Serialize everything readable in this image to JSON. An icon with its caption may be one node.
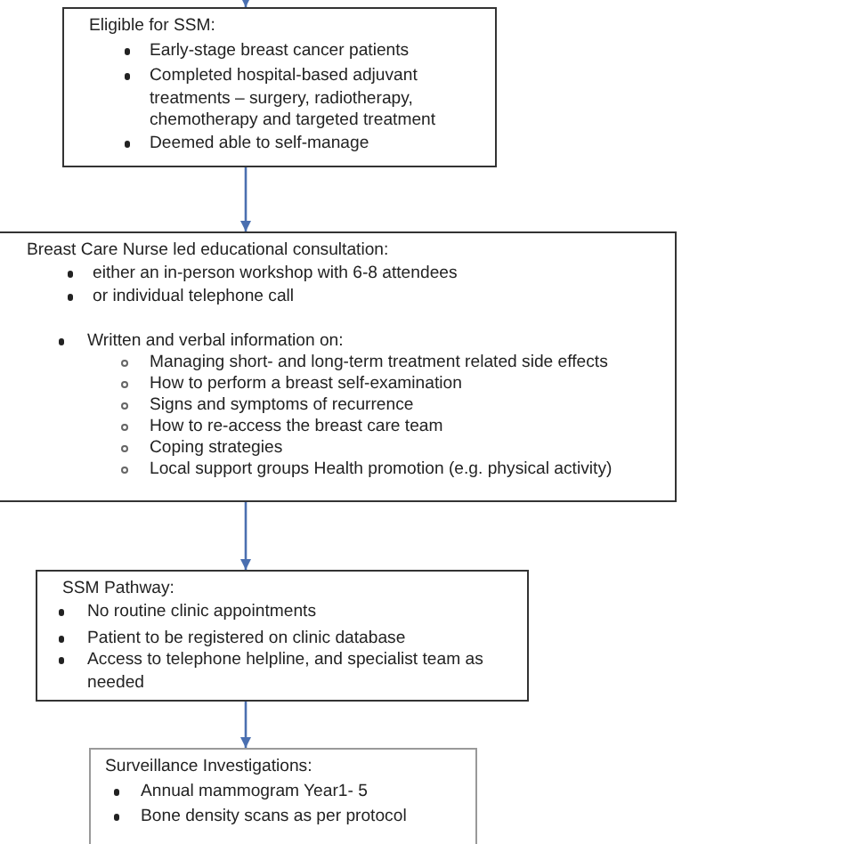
{
  "diagram": {
    "nodes": [
      {
        "text": [
          "Eligible for SSM:",
          "Early-stage breast cancer patients",
          "Completed hospital-based adjuvant treatments – surgery, radiotherapy, chemotherapy and targeted treatment",
          "Deemed able to self-manage"
        ]
      },
      {
        "text": [
          "Breast Care Nurse led educational consultation:",
          "either an in-person workshop with 6-8 attendees",
          "or individual telephone call",
          "Written and verbal information on:",
          "Managing short- and long-term treatment related side effects",
          "How to perform a breast self-examination",
          "Signs and symptoms of recurrence",
          "How to re-access the breast care team",
          "Coping strategies",
          "Local support groups Health promotion (e.g. physical activity)"
        ]
      },
      {
        "text": [
          "SSM Pathway:",
          "No routine clinic appointments",
          "Patient to be registered on clinic database",
          "Access to telephone helpline, and specialist team as needed"
        ]
      },
      {
        "text": [
          "Surveillance Investigations:",
          "Annual mammogram Year1- 5",
          "Bone density scans as per protocol"
        ]
      }
    ],
    "edges": [
      {
        "from": null,
        "to": 0,
        "arrow": "to"
      },
      {
        "from": 0,
        "to": 1,
        "arrow": "to"
      },
      {
        "from": 1,
        "to": 2,
        "arrow": "to"
      },
      {
        "from": 2,
        "to": 3,
        "arrow": "to"
      }
    ]
  }
}
